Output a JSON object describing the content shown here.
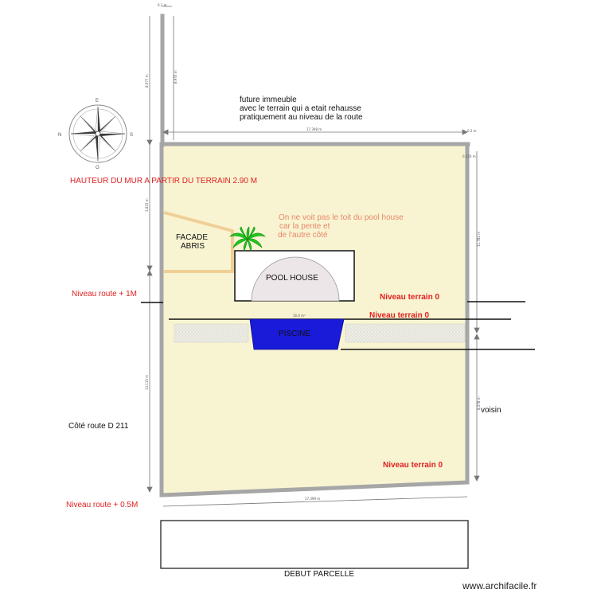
{
  "colors": {
    "wall": "#a6a6a6",
    "terrain_fill": "#f8f4d2",
    "abri_outline": "#f0cf96",
    "pool": "#1a1ad9",
    "red_label": "#e02020",
    "orange_label": "#e8866a",
    "pool_house_dome": "#ece6e8",
    "palm": "#22c81e",
    "hatch": "#dcdcd4"
  },
  "icons": {
    "compass": "compass-rose-icon",
    "palm": "palm-tree-icon"
  },
  "labels": {
    "future_building_1": "future immeuble",
    "future_building_2": "avec le terrain qui a etait rehausse",
    "future_building_3": "pratiquement au niveau de la route",
    "wall_height": "HAUTEUR DU MUR A PARTIR DU TERRAIN  2.90 M",
    "roof_note_1": "On ne voit pas le toit du pool house",
    "roof_note_2": " car la pente et",
    "roof_note_3": "de l'autre côté",
    "facade_1": "FACADE",
    "facade_2": "ABRIS",
    "pool_house": "POOL HOUSE",
    "road_level_1m": "Niveau route + 1M",
    "terrain_zero_1": "Niveau terrain 0",
    "terrain_zero_2": "Niveau terrain 0",
    "terrain_zero_3": "Niveau terrain 0",
    "pool": "PISCINE",
    "road_side": "Côté route D 211",
    "neighbour": "voisin",
    "road_level_05m": "Niveau route + 0.5M",
    "parcel_start": "DEBUT PARCELLE",
    "watermark": "www.archifacile.fr"
  },
  "compass": {
    "n": "N",
    "s": "S",
    "e": "E",
    "o": "O"
  },
  "dimensions": {
    "top_stub": "0.2 m",
    "left_upper": "8.977 m",
    "left_upper_inner": "8.970 m",
    "top_wall": "17.398 m",
    "top_right_small": "0.2 m",
    "right_top_small": "0.150 m",
    "left_middle": "3.815 m",
    "right_upper": "11.782 m",
    "pool_width": "16.6 m²",
    "left_lower": "13.115 m",
    "right_lower": "8.578 m",
    "bottom_wall": "17.399 m"
  }
}
